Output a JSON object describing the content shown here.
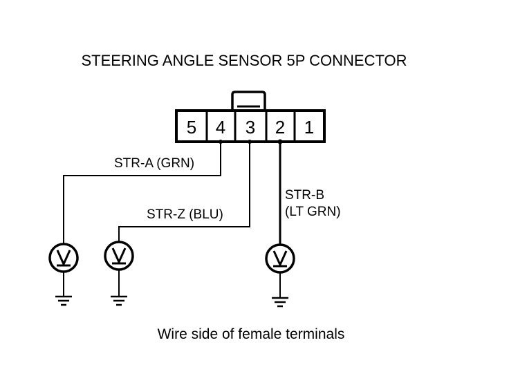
{
  "title": "STEERING ANGLE SENSOR 5P CONNECTOR",
  "pins": [
    "5",
    "4",
    "3",
    "2",
    "1"
  ],
  "wires": {
    "str_a": "STR-A (GRN)",
    "str_z": "STR-Z (BLU)",
    "str_b_line1": "STR-B",
    "str_b_line2": "(LT GRN)"
  },
  "caption": "Wire side of female terminals",
  "icons": [
    "voltmeter-icon",
    "ground-icon"
  ]
}
